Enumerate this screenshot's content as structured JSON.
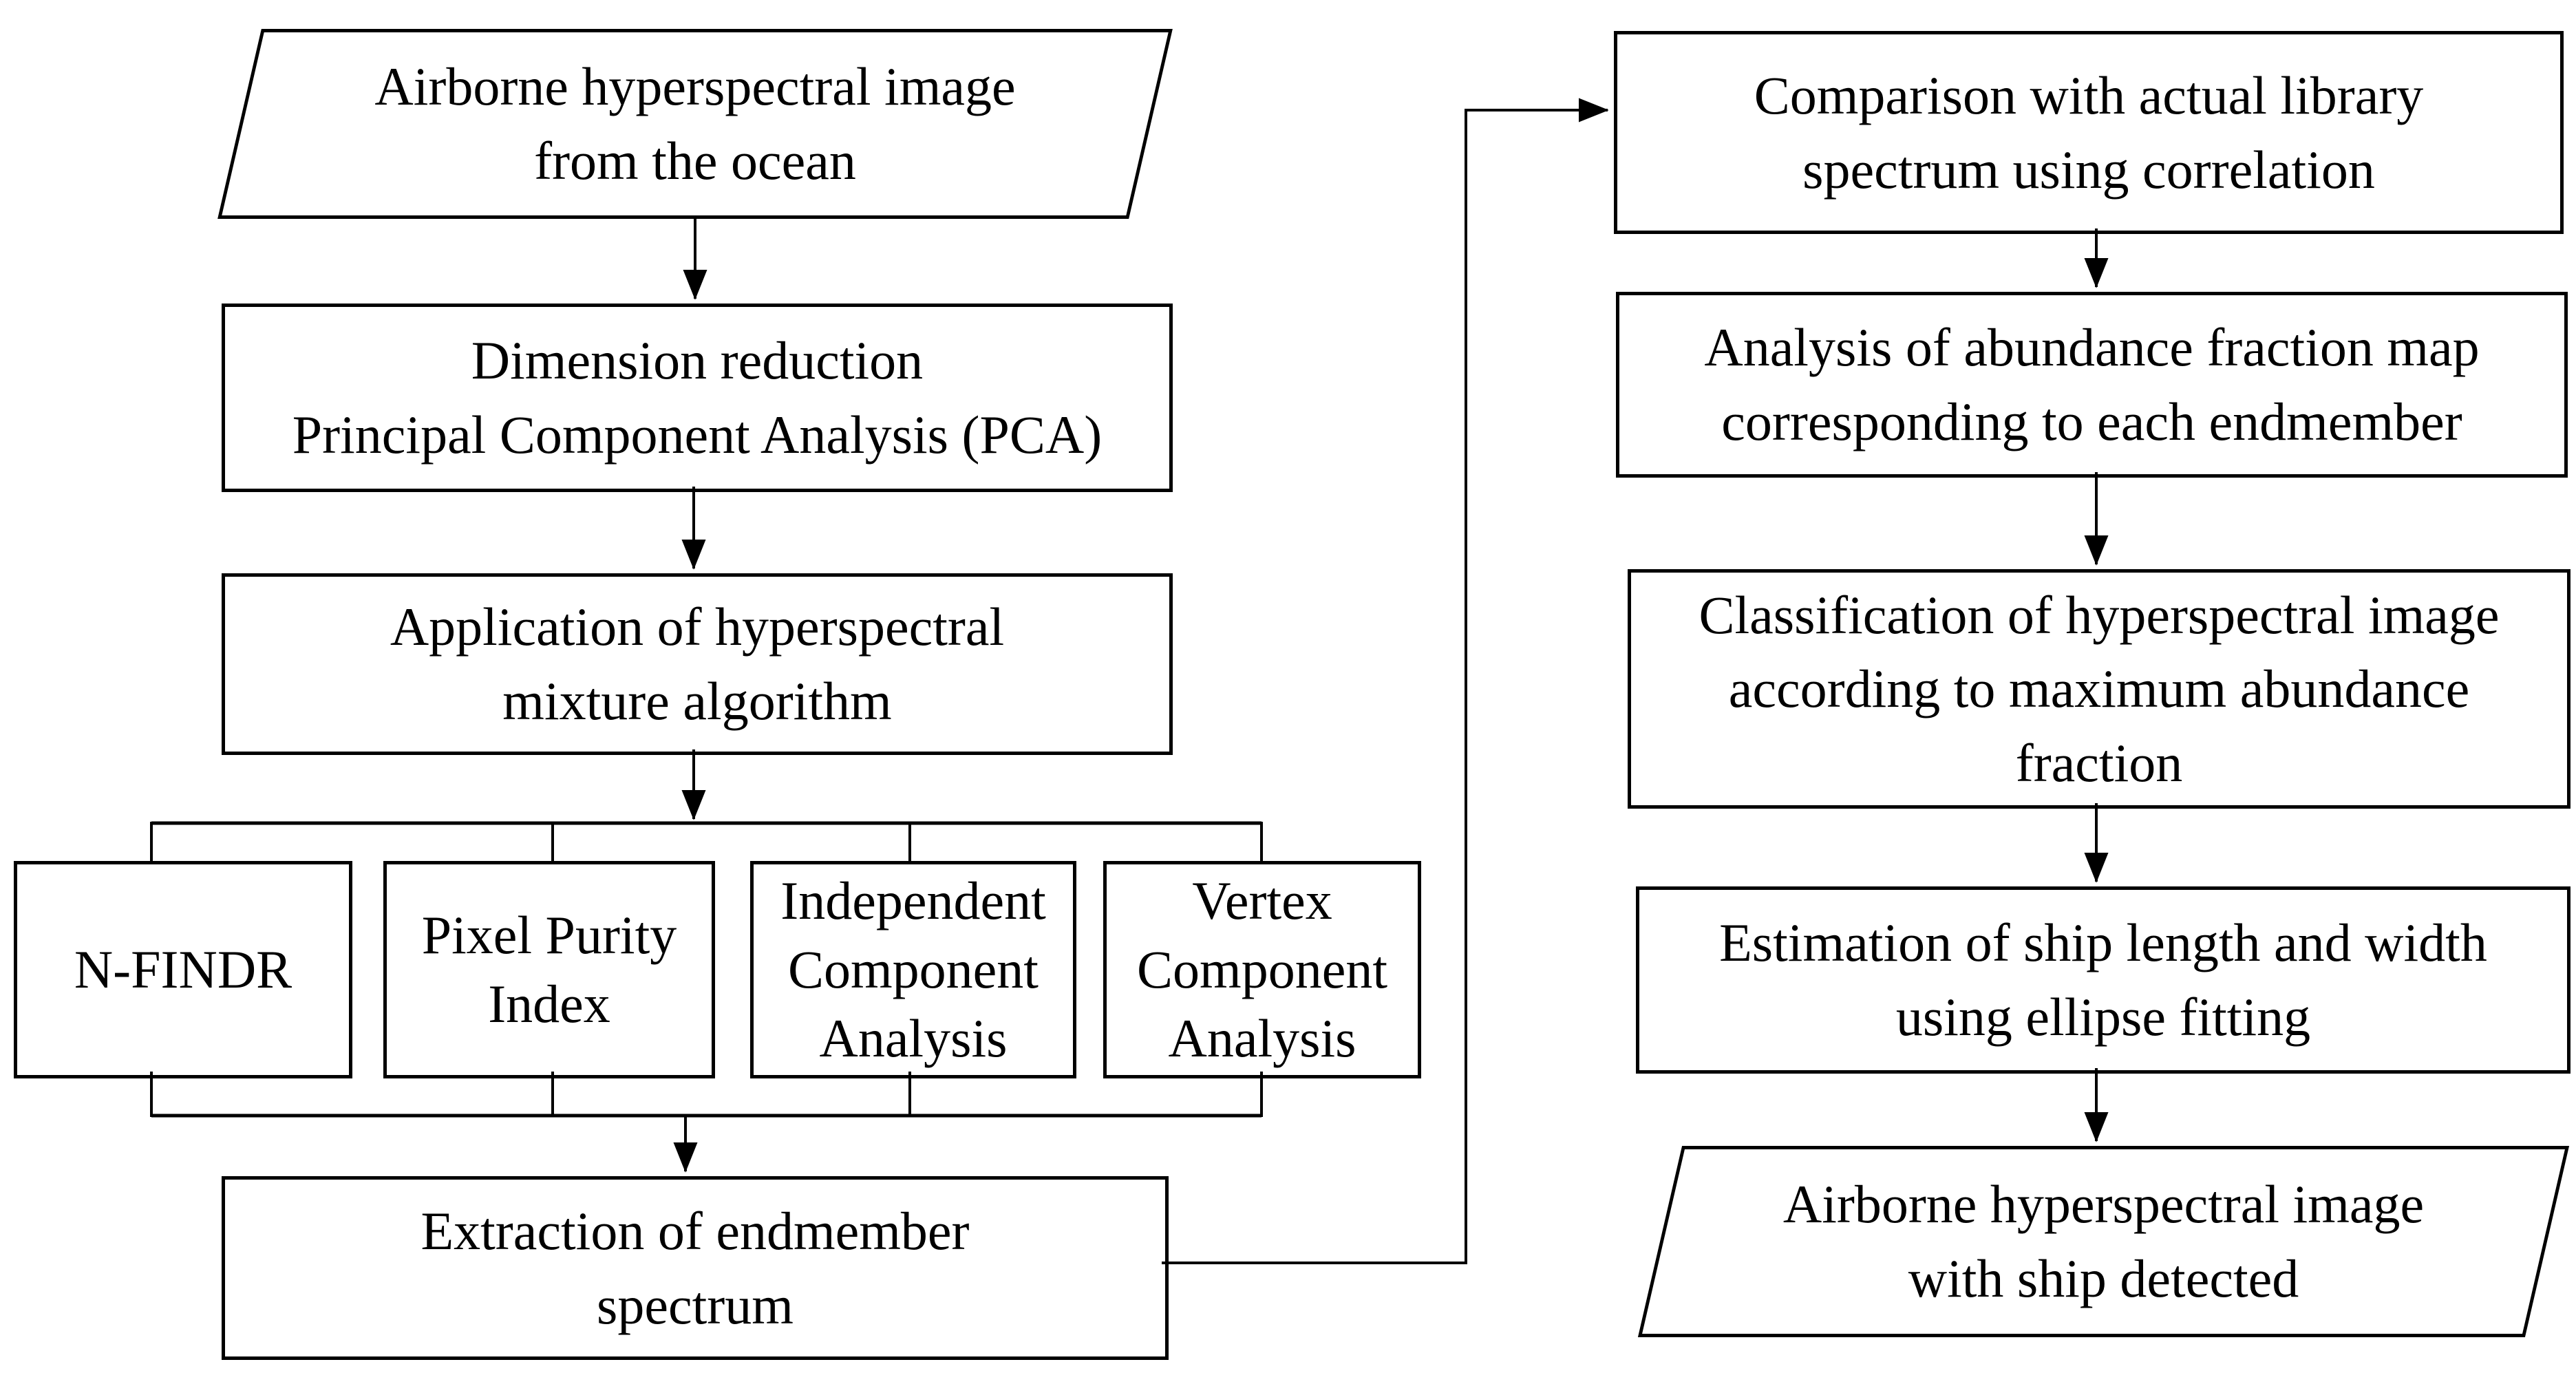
{
  "title": "Ship detection flowchart from airborne hyperspectral imagery",
  "colors": {
    "ink": "#000000",
    "paper": "#ffffff"
  },
  "nodes": {
    "input_ocean": {
      "shape": "parallelogram",
      "text": "Airborne hyperspectral image\nfrom the ocean"
    },
    "pca": {
      "shape": "rect",
      "text": "Dimension reduction\nPrincipal Component Analysis (PCA)"
    },
    "mixture": {
      "shape": "rect",
      "text": "Application of hyperspectral\nmixture algorithm"
    },
    "nfindr": {
      "shape": "rect",
      "text": "N-FINDR"
    },
    "ppi": {
      "shape": "rect",
      "text": "Pixel Purity\nIndex"
    },
    "ica": {
      "shape": "rect",
      "text": "Independent\nComponent\nAnalysis"
    },
    "vca": {
      "shape": "rect",
      "text": "Vertex\nComponent\nAnalysis"
    },
    "extraction": {
      "shape": "rect",
      "text": "Extraction of endmember\nspectrum"
    },
    "comparison": {
      "shape": "rect",
      "text": "Comparison with actual library\nspectrum using correlation"
    },
    "abundance": {
      "shape": "rect",
      "text": "Analysis of abundance fraction map\ncorresponding to each endmember"
    },
    "classification": {
      "shape": "rect",
      "text": "Classification of hyperspectral image\naccording to maximum abundance\nfraction"
    },
    "estimation": {
      "shape": "rect",
      "text": "Estimation of ship length and width\nusing ellipse fitting"
    },
    "output_ship": {
      "shape": "parallelogram",
      "text": "Airborne hyperspectral image\nwith ship detected"
    }
  },
  "edges": [
    {
      "from": "input_ocean",
      "to": "pca"
    },
    {
      "from": "pca",
      "to": "mixture"
    },
    {
      "from": "mixture",
      "to": "nfindr"
    },
    {
      "from": "mixture",
      "to": "ppi"
    },
    {
      "from": "mixture",
      "to": "ica"
    },
    {
      "from": "mixture",
      "to": "vca"
    },
    {
      "from": "nfindr",
      "to": "extraction"
    },
    {
      "from": "ppi",
      "to": "extraction"
    },
    {
      "from": "ica",
      "to": "extraction"
    },
    {
      "from": "vca",
      "to": "extraction"
    },
    {
      "from": "extraction",
      "to": "comparison"
    },
    {
      "from": "comparison",
      "to": "abundance"
    },
    {
      "from": "abundance",
      "to": "classification"
    },
    {
      "from": "classification",
      "to": "estimation"
    },
    {
      "from": "estimation",
      "to": "output_ship"
    }
  ]
}
